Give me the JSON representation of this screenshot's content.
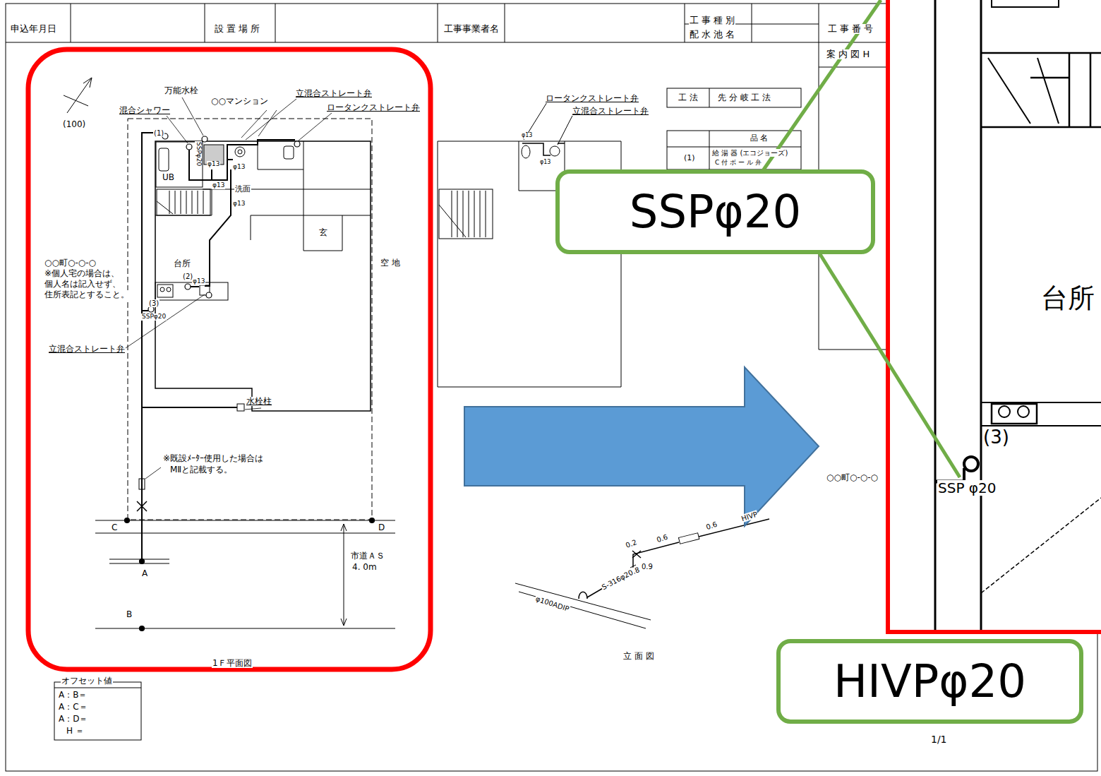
{
  "diagram": {
    "nodes": [
      {
        "text": [
          "SSPφ20"
        ]
      },
      {
        "text": [
          "HIVPφ20"
        ]
      }
    ],
    "labels": [
      "申込年月日",
      "設 置 場 所",
      "工事事業者名",
      "工 事 種 別",
      "配 水 池 名",
      "工 事 番 号",
      "案 内 図 H",
      "(100)",
      "万能水栓",
      "○○マンション",
      "立混合ストレート弁",
      "ロータンクストレート弁",
      "混合シャワー",
      "(1)",
      "SSPφ20",
      "φ13",
      "UB",
      "φ13",
      "φ13",
      "洗面",
      "φ13",
      "玄",
      "○○町○-○-○",
      "※個人宅の場合は、",
      "個人名は記入せず、",
      "住所表記とすること。",
      "台所",
      "空 地",
      "(2)",
      "φ13",
      "(3)",
      "SSPφ20",
      "立混合ストレート弁",
      "水栓柱",
      "※既設ﾒｰﾀｰ使用した場合は",
      "MⅡと記載する。",
      "C",
      "D",
      "A",
      "市道ＡＳ",
      "4. 0m",
      "B",
      "1Ｆ平面図",
      "オフセット値",
      "A：B＝",
      "A：C＝",
      "A：D＝",
      "H ＝",
      "ロータンクストレート弁",
      "立混合ストレート弁",
      "φ13",
      "φ13",
      "工 法",
      "先 分 岐 工 法",
      "品 名",
      "(1)",
      "給 湯 器 (エコジョーズ)",
      "C 付 ボ ー ル 弁",
      "○○町○-○-○",
      "0.2",
      "0.6",
      "0.6",
      "HIVP",
      "0.9",
      "1.8",
      "S-316φ20",
      "φ100ADIP",
      "立 面 図",
      "台所",
      "(3)",
      "SSP φ20",
      "1/1"
    ]
  }
}
